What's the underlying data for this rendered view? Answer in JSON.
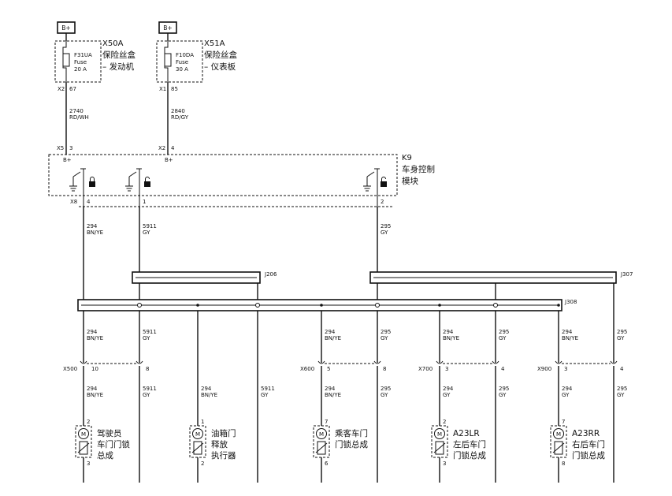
{
  "supply": {
    "fuse_a": {
      "terminal": "B+",
      "box_id": "X50A",
      "fuse_name": "F31UA",
      "fuse_word": "Fuse",
      "fuse_rating": "20 A",
      "box_line1": "保险丝盒",
      "box_line2": "– 发动机",
      "conn": "X2",
      "pin": "67"
    },
    "fuse_b": {
      "terminal": "B+",
      "box_id": "X51A",
      "fuse_name": "F10DA",
      "fuse_word": "Fuse",
      "fuse_rating": "30 A",
      "box_line1": "保险丝盒",
      "box_line2": "– 仪表板",
      "conn": "X1",
      "pin": "85"
    }
  },
  "supply_wires": {
    "a": {
      "circuit": "2740",
      "color": "RD/WH"
    },
    "b": {
      "circuit": "2840",
      "color": "RD/GY"
    }
  },
  "bcm": {
    "id": "K9",
    "name_line1": "车身控制",
    "name_line2": "模块",
    "in_a": {
      "conn": "X5",
      "pin": "3",
      "label": "B+"
    },
    "in_b": {
      "conn": "X2",
      "pin": "4",
      "label": "B+"
    },
    "out_conn": "X8",
    "out_pins": [
      "4",
      "1",
      "2"
    ]
  },
  "bcm_wires": [
    {
      "circuit": "294",
      "color": "BN/YE"
    },
    {
      "circuit": "5911",
      "color": "GY"
    },
    {
      "circuit": "295",
      "color": "GY"
    }
  ],
  "splices": [
    "J206",
    "J307",
    "J308"
  ],
  "lower_wires": [
    {
      "circuit": "294",
      "color": "BN/YE"
    },
    {
      "circuit": "5911",
      "color": "GY"
    },
    {
      "circuit": "294",
      "color": "BN/YE"
    },
    {
      "circuit": "295",
      "color": "GY"
    },
    {
      "circuit": "294",
      "color": "BN/YE"
    },
    {
      "circuit": "295",
      "color": "GY"
    },
    {
      "circuit": "294",
      "color": "BN/YE"
    },
    {
      "circuit": "295",
      "color": "GY"
    }
  ],
  "connectors": [
    {
      "id": "X500",
      "pin_a": "10",
      "pin_b": "8"
    },
    {
      "id": "X600",
      "pin_a": "5",
      "pin_b": "8"
    },
    {
      "id": "X700",
      "pin_a": "3",
      "pin_b": "4"
    },
    {
      "id": "X900",
      "pin_a": "3",
      "pin_b": "4"
    }
  ],
  "bottom_wires": [
    {
      "circuit": "294",
      "color": "BN/YE"
    },
    {
      "circuit": "5911",
      "color": "GY"
    },
    {
      "circuit": "294",
      "color": "BN/YE"
    },
    {
      "circuit": "5911",
      "color": "GY"
    },
    {
      "circuit": "294",
      "color": "BN/YE"
    },
    {
      "circuit": "295",
      "color": "GY"
    },
    {
      "circuit": "294",
      "color": "GY"
    },
    {
      "circuit": "295",
      "color": "GY"
    },
    {
      "circuit": "294",
      "color": "GY"
    },
    {
      "circuit": "295",
      "color": "GY"
    }
  ],
  "actuators": [
    {
      "name_lines": [
        "驾驶员",
        "车门门锁",
        "总成"
      ],
      "pin_top": "2",
      "pin_bottom": "3"
    },
    {
      "name_lines": [
        "油箱门",
        "释放",
        "执行器"
      ],
      "pin_top": "1",
      "pin_bottom": "2"
    },
    {
      "name_lines": [
        "乘客车门",
        "门锁总成"
      ],
      "pin_top": "7",
      "pin_bottom": "6"
    },
    {
      "name_lines": [
        "A23LR",
        "左后车门",
        "门锁总成"
      ],
      "pin_top": "2",
      "pin_bottom": "3"
    },
    {
      "name_lines": [
        "A23RR",
        "右后车门",
        "门锁总成"
      ],
      "pin_top": "7",
      "pin_bottom": "8"
    }
  ],
  "motor_symbol": "M"
}
